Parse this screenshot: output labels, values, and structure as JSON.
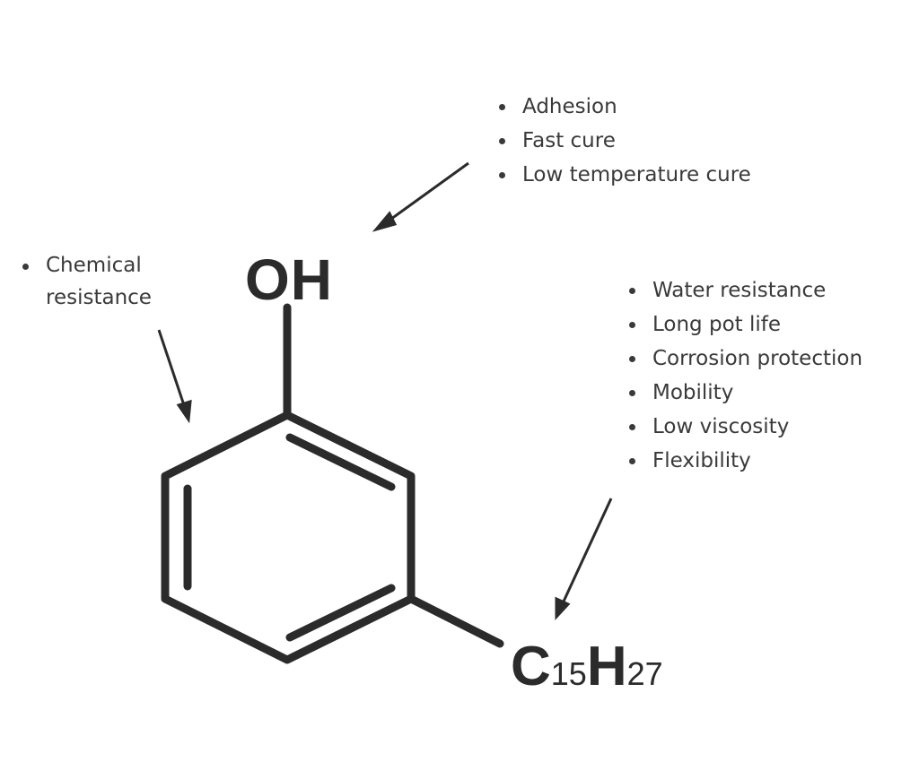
{
  "diagram": {
    "hydroxyl_group": {
      "label": "OH"
    },
    "alkyl_chain": {
      "c": "C",
      "c_count": "15",
      "h": "H",
      "h_count": "27"
    },
    "hydroxyl_properties": [
      "Adhesion",
      "Fast cure",
      "Low temperature cure"
    ],
    "ring_properties": [
      "Chemical",
      "resistance"
    ],
    "chain_properties": [
      "Water resistance",
      "Long pot life",
      "Corrosion protection",
      "Mobility",
      "Low viscosity",
      "Flexibility"
    ],
    "colors": {
      "bond": "#2b2b2b",
      "text": "#333333",
      "background": "#ffffff"
    }
  }
}
